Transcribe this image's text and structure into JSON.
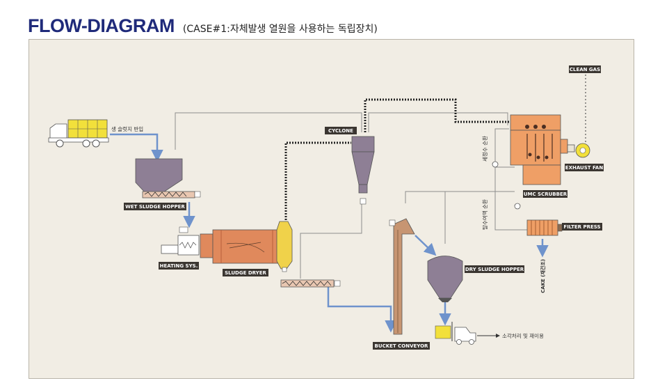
{
  "header": {
    "title": "FLOW-DIAGRAM",
    "subtitle": "(CASE#1:자체발생 열원을 사용하는 독립장치)"
  },
  "labels": {
    "clean_gas": "CLEAN GAS",
    "cyclone": "CYCLONE",
    "exhaust_fan": "EXHAUST FAN",
    "umc_scrubber": "UMC SCRUBBER",
    "filter_press": "FILTER PRESS",
    "wet_sludge_hopper": "WET SLUDGE HOPPER",
    "heating_sys": "HEATING SYS.",
    "sludge_dryer": "SLUDGE DRYER",
    "dry_sludge_hopper": "DRY SLUDGE HOPPER",
    "bucket_conveyor": "BUCKET CONVEYOR",
    "cake": "CAKE (재건조)"
  },
  "notes": {
    "raw_sludge_in": "생 슬럿지 반입",
    "wash_water_circ": "세정수 순환",
    "dewater_circ": "탈수여액 순환",
    "incinerate_reuse": "소각처리 및 재이용"
  },
  "colors": {
    "header_blue": "#1f2a7a",
    "label_bg": "#3b3631",
    "flow_blue": "#6f93cc",
    "vessel_purple": "#8e7f95",
    "dryer_orange": "#e0895c",
    "scrubber_orange": "#ef9f66",
    "conveyor_tan": "#c79572",
    "truck_yellow": "#f2e03b"
  }
}
